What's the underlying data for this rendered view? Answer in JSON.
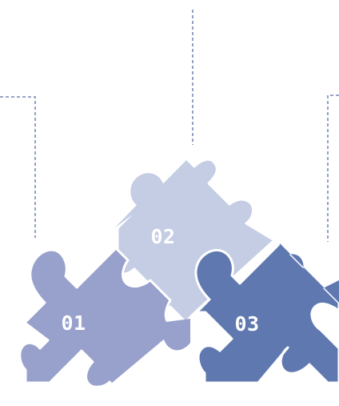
{
  "colors": {
    "connector_line": "#5a6fa6",
    "piece_01": "#98a0cc",
    "piece_02": "#c5cde4",
    "piece_03": "#5f79b0",
    "seam": "#ffffff"
  },
  "pieces": [
    {
      "id": "piece-01",
      "label": "01"
    },
    {
      "id": "piece-02",
      "label": "02"
    },
    {
      "id": "piece-03",
      "label": "03"
    }
  ]
}
